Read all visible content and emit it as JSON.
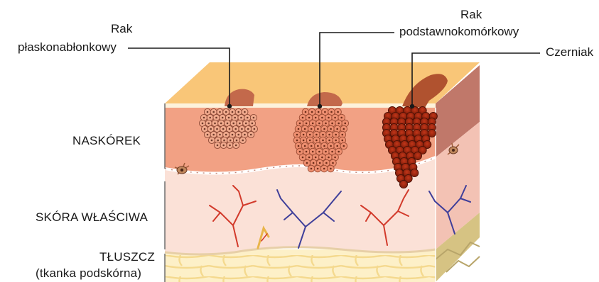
{
  "layers": {
    "epidermis": "NASKÓREK",
    "dermis": "SKÓRA WŁAŚCIWA",
    "fat_line1": "TŁUSZCZ",
    "fat_line2": "(tkanka podskórna)"
  },
  "callouts": {
    "squamous_line1": "Rak",
    "squamous_line2": "płaskonabłonkowy",
    "basal_line1": "Rak",
    "basal_line2": "podstawnokomórkowy",
    "melanoma": "Czerniak"
  },
  "colors": {
    "top_surface": "#f9c678",
    "epidermis_front": "#f2a184",
    "epidermis_side": "#c0786a",
    "dermis_front": "#fbe1d7",
    "dermis_side": "#f3c2b4",
    "fat_front": "#fdf0c8",
    "fat_side": "#d6c383",
    "squamous_cells": "#f1aa8d",
    "basal_cells": "#ee8f70",
    "melanoma_cells": "#a9290f",
    "artery": "#d23a2b",
    "vein": "#3f3f9a"
  }
}
